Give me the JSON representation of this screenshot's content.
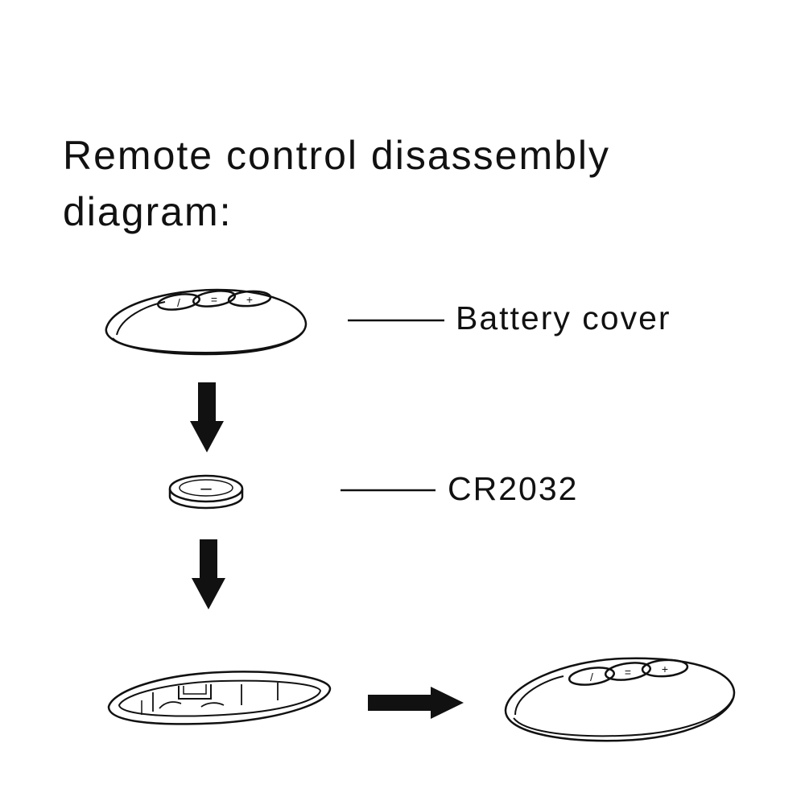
{
  "title": "Remote control disassembly diagram:",
  "labels": {
    "battery_cover": "Battery cover",
    "battery": "CR2032"
  },
  "remote_buttons": [
    "/",
    "=",
    "+"
  ],
  "battery_symbol": "–",
  "colors": {
    "ink": "#111111",
    "background": "#ffffff"
  }
}
